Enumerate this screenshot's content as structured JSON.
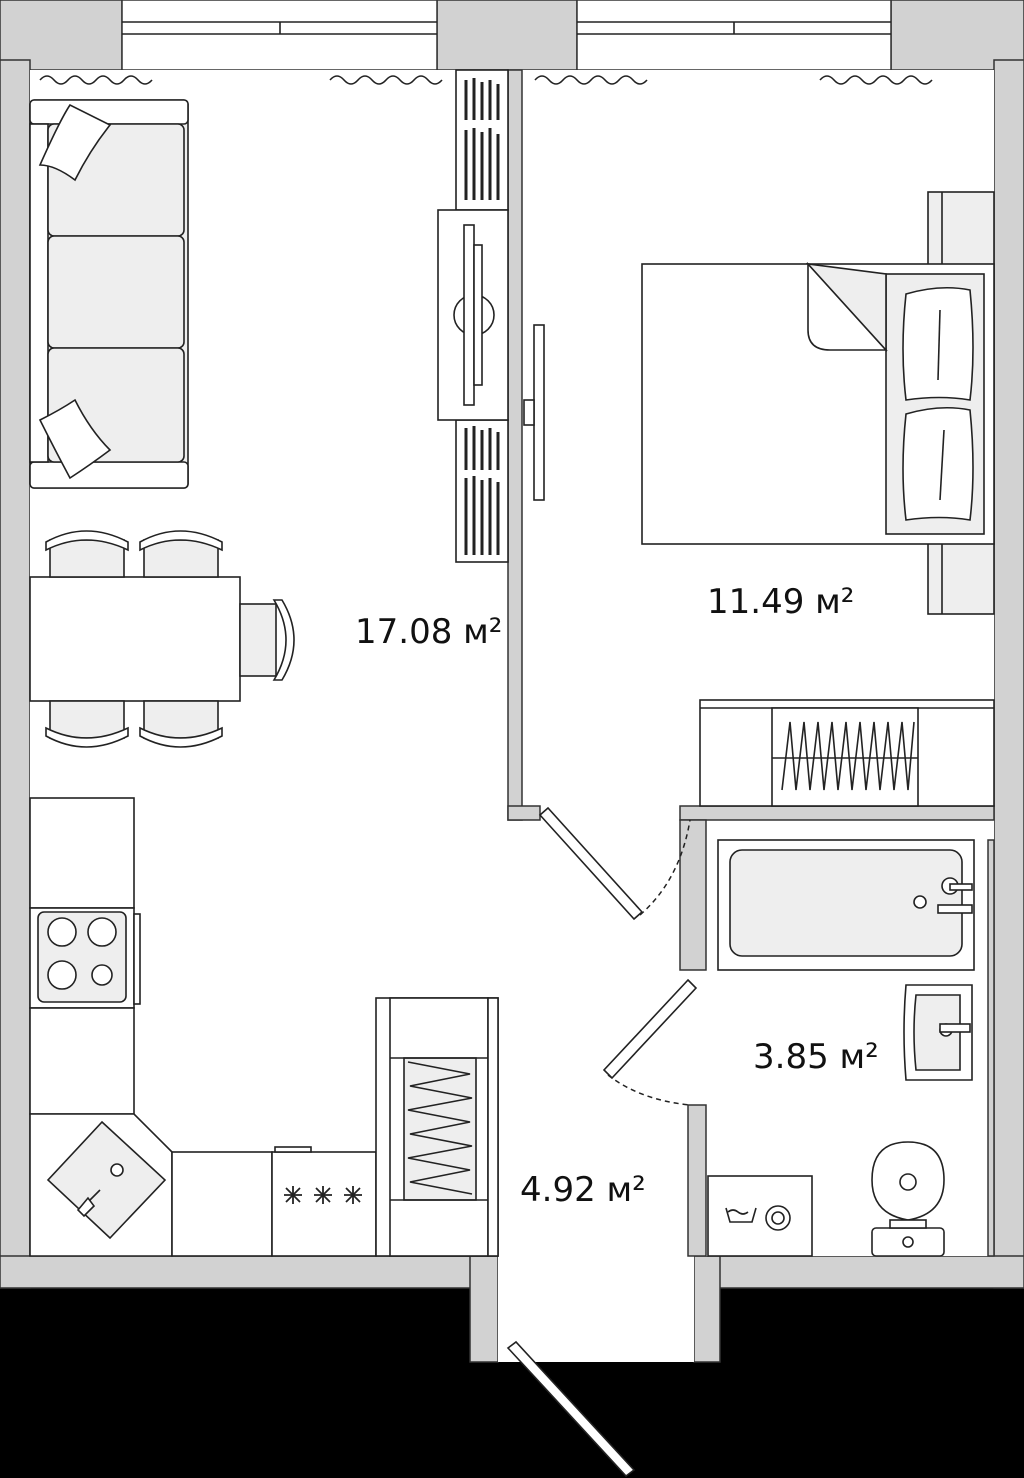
{
  "rooms": [
    {
      "id": "living",
      "area_label": "17.08 м²"
    },
    {
      "id": "bedroom",
      "area_label": "11.49 м²"
    },
    {
      "id": "bathroom",
      "area_label": "3.85 м²"
    },
    {
      "id": "hallway",
      "area_label": "4.92 м²"
    }
  ],
  "colors": {
    "background": "#000000",
    "wall": "#d2d2d2",
    "floor": "#ffffff",
    "furniture": "#eeeeee",
    "line": "#222222"
  }
}
